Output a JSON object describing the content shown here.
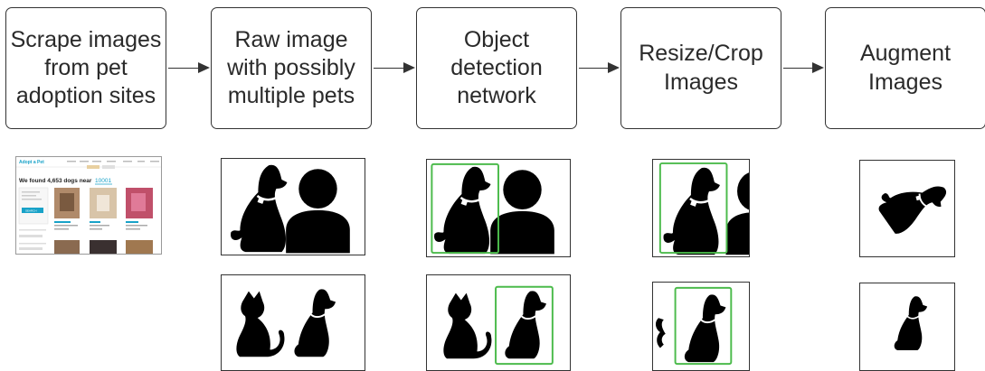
{
  "steps": [
    {
      "label": "Scrape images\nfrom pet\nadoption sites"
    },
    {
      "label": "Raw image\nwith possibly\nmultiple pets"
    },
    {
      "label": "Object\ndetection\nnetwork"
    },
    {
      "label": "Resize/Crop\nImages"
    },
    {
      "label": "Augment\nImages"
    }
  ],
  "website": {
    "logo": "Adopt a Pet",
    "headline": "We found 4,653 dogs near",
    "zip": "10001",
    "button": "SEARCH"
  },
  "colors": {
    "box_border": "#333333",
    "silhouette": "#000000",
    "detection_box": "#4cbb4c",
    "accent": "#18a2c8"
  }
}
